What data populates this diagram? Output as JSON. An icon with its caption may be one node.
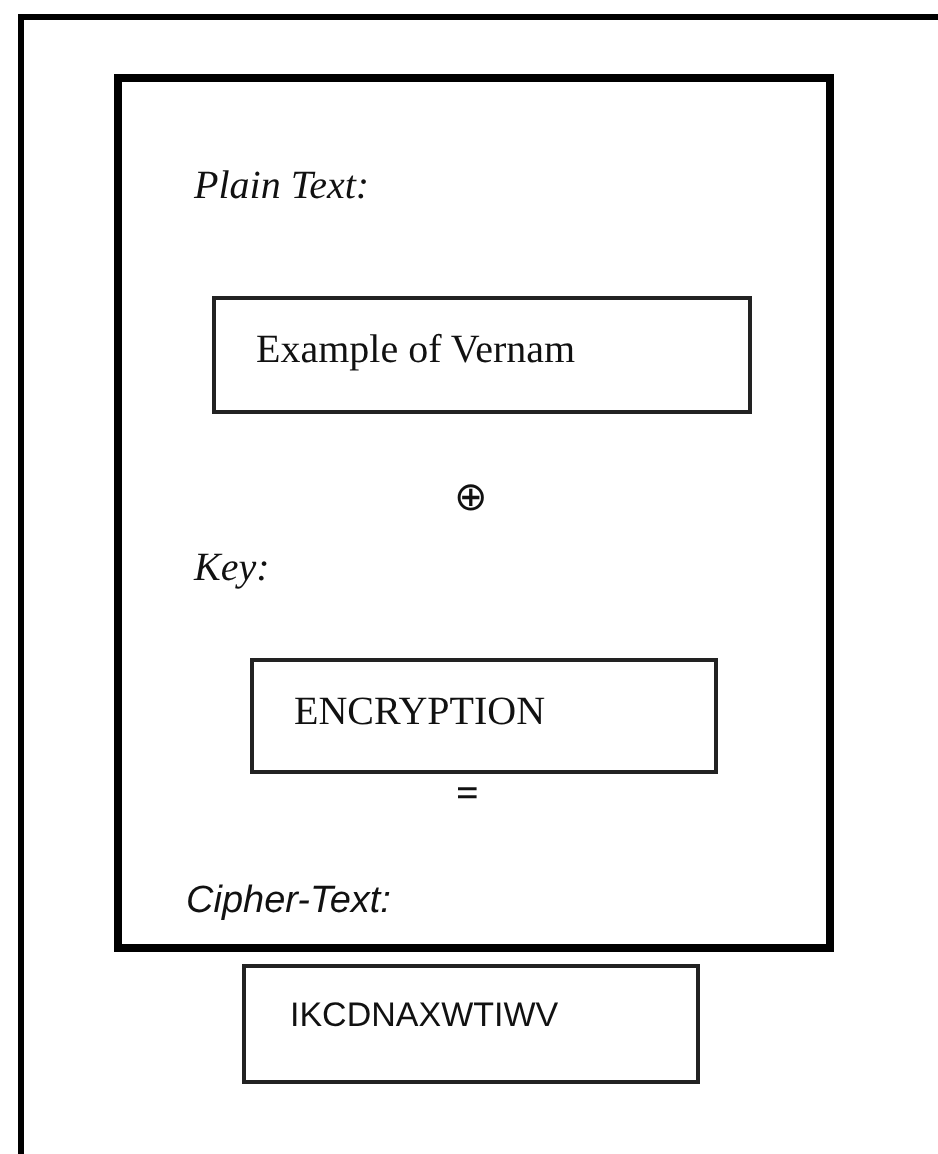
{
  "diagram": {
    "nodes": [
      {
        "text": [
          "Plain Text:",
          "⊕",
          "Key:",
          "=",
          "Cipher-Text:"
        ]
      },
      {
        "text": [
          "Example of Vernam"
        ],
        "in": 0
      },
      {
        "text": [
          "ENCRYPTION"
        ],
        "in": 0
      },
      {
        "text": [
          "IKCDNAXWTIWV"
        ]
      }
    ]
  }
}
